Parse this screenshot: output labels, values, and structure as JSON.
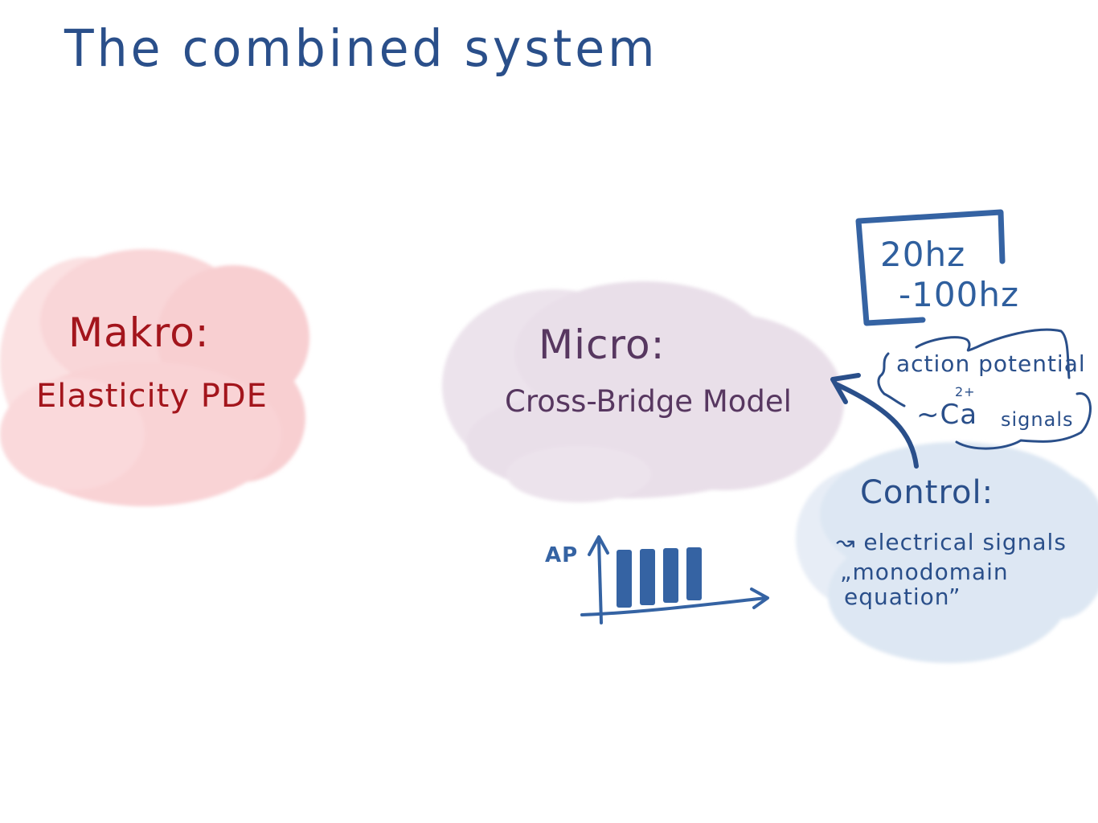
{
  "title": "The combined system",
  "colors": {
    "ink_blue": "#2a4f8a",
    "ink_red": "#a3151c",
    "ink_purple": "#573760",
    "cloud_red": "#f8cfd1",
    "cloud_purple": "#e9dfe9",
    "cloud_blue": "#dde7f3",
    "box_blue": "#3563a3"
  },
  "makro": {
    "heading": "Makro:",
    "subtitle": "Elasticity PDE"
  },
  "micro": {
    "heading": "Micro:",
    "subtitle": "Cross-Bridge Model"
  },
  "frequency_box": {
    "line1": "20hz",
    "line2": "-100hz"
  },
  "signal_note": {
    "line1": "action potential",
    "prefix": "~Ca",
    "superscript": "2+",
    "suffix": "signals"
  },
  "control": {
    "heading": "Control:",
    "line1": "↝ electrical signals",
    "line2": "„monodomain",
    "line3": "equation”"
  },
  "ap_sketch": {
    "axis_label": "AP",
    "pulse_count": 4
  }
}
